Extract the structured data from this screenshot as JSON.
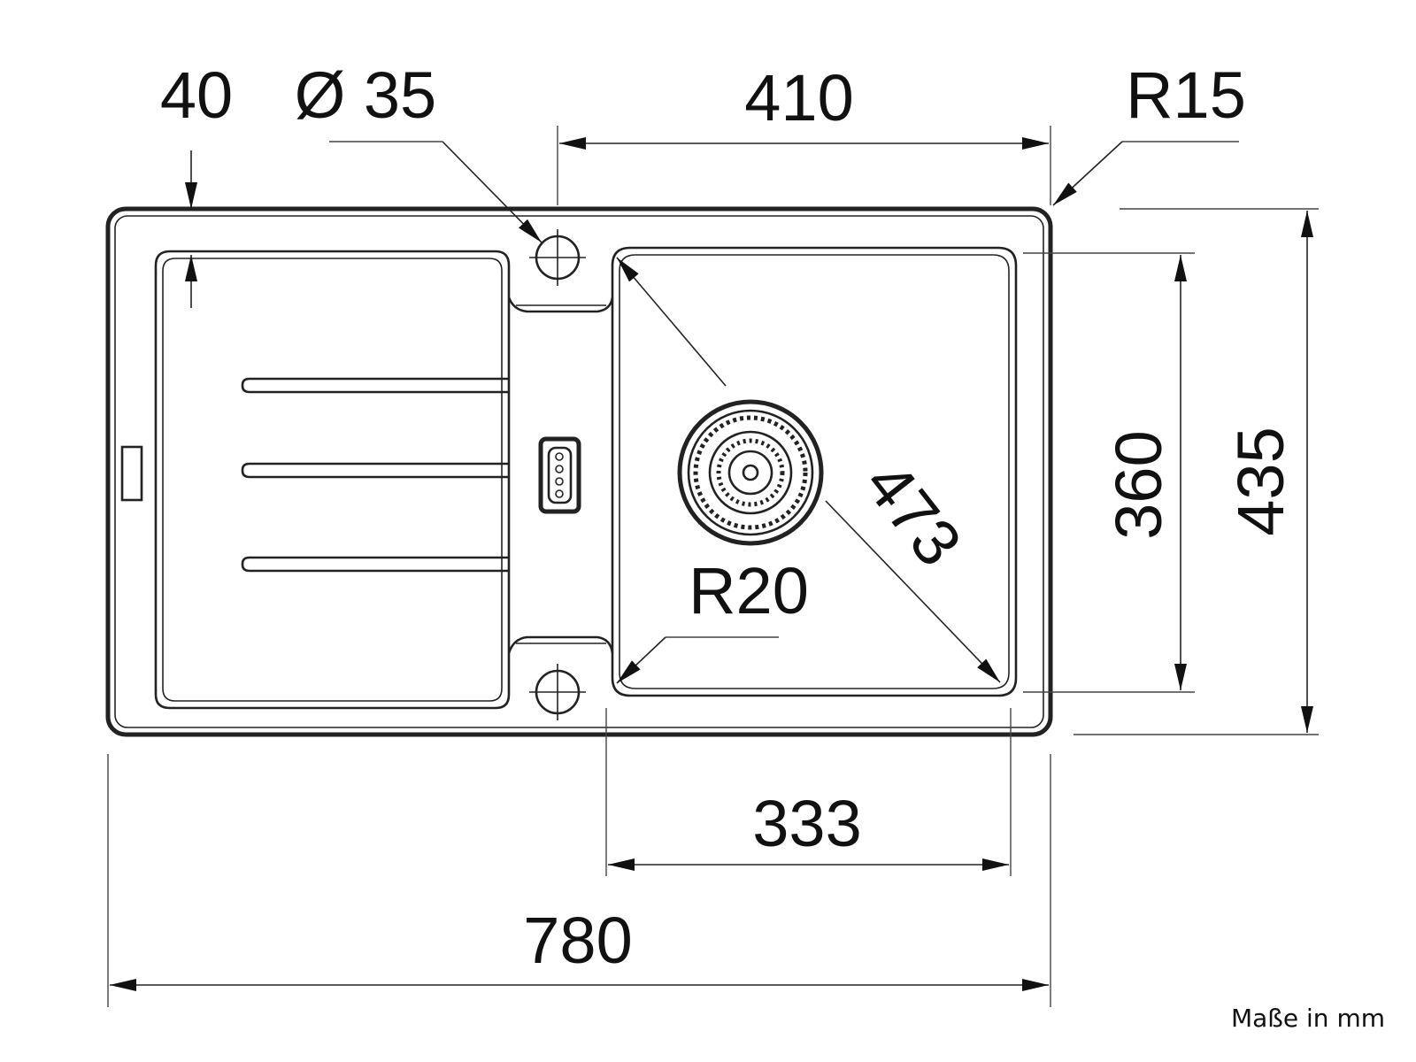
{
  "drawing": {
    "dimensions": {
      "drainer_edge": "40",
      "tap_hole": "Ø 35",
      "bowl_hole_offset": "410",
      "corner_radius_outer": "R15",
      "bowl_depth": "360",
      "total_depth": "435",
      "bowl_diagonal": "473",
      "bowl_corner_radius": "R20",
      "bowl_width": "333",
      "total_width": "780"
    },
    "note": "Maße in mm"
  }
}
